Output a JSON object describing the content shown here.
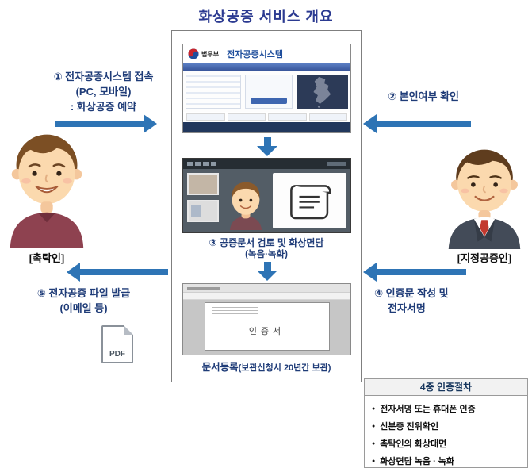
{
  "title": "화상공증 서비스 개요",
  "web_system": {
    "ministry": "법무부",
    "name": "전자공증시스템"
  },
  "steps": {
    "s1": {
      "l1": "① 전자공증시스템 접속",
      "l2": "(PC, 모바일)",
      "l3": ": 화상공증 예약"
    },
    "s2": {
      "l1": "② 본인여부 확인"
    },
    "s3": {
      "l1": "③ 공증문서 검토 및 화상면담",
      "l2": "(녹음·녹화)"
    },
    "s4": {
      "l1": "④ 인증문 작성 및",
      "l2": "전자서명"
    },
    "s5": {
      "l1": "⑤ 전자공증 파일 발급",
      "l2": "(이메일 등)"
    }
  },
  "actors": {
    "client": "[촉탁인]",
    "notary": "[지정공증인]"
  },
  "document": {
    "register_bold": "문서등록",
    "register_rest": "(보관신청시 20년간 보관)",
    "certificate": "인증서"
  },
  "pdf": {
    "label": "PDF"
  },
  "auth_box": {
    "title": "4중 인증절차",
    "items": [
      "전자서명 또는 휴대폰 인증",
      "신분증 진위확인",
      "촉탁인의 화상대면",
      "화상면담 녹음 · 녹화"
    ]
  },
  "colors": {
    "arrow_blue": "#2E74B5",
    "label_navy": "#1F3C78",
    "title_blue": "#2B3A91"
  }
}
